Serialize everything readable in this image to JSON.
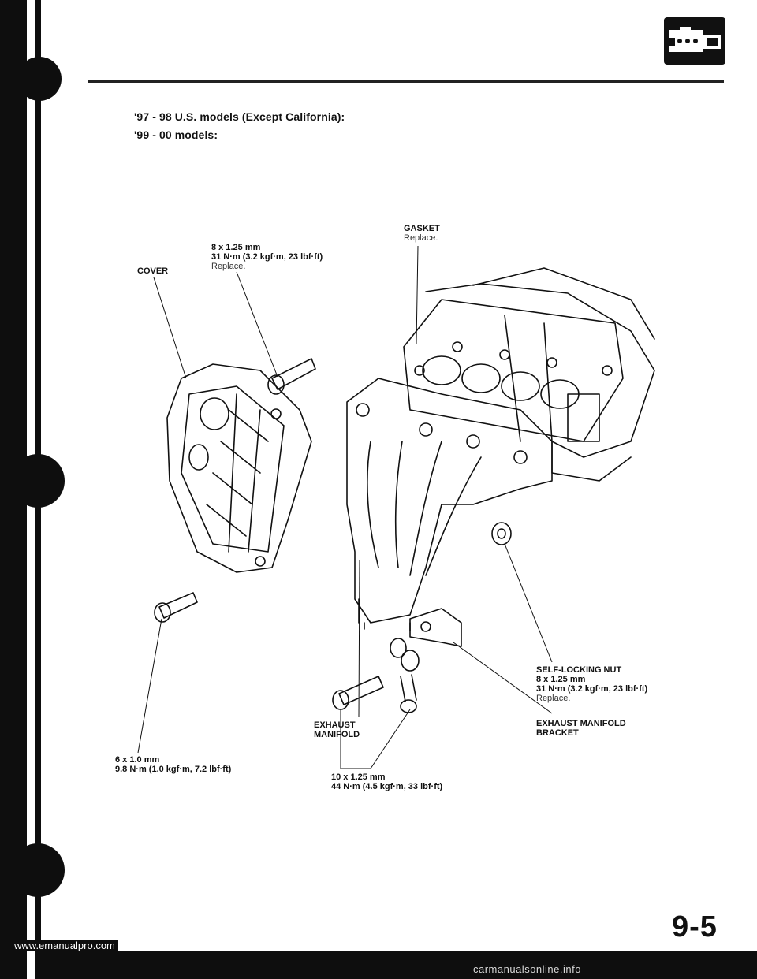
{
  "header": {
    "line1": "'97 - 98 U.S. models (Except California):",
    "line2": "'99 - 00 models:"
  },
  "labels": {
    "gasket": {
      "name": "GASKET",
      "note": "Replace."
    },
    "bolt_8x125": {
      "size": "8 x 1.25 mm",
      "torque": "31 N·m (3.2 kgf·m, 23 lbf·ft)",
      "note": "Replace."
    },
    "cover": {
      "name": "COVER"
    },
    "self_locking_nut": {
      "name": "SELF-LOCKING NUT",
      "size": "8 x 1.25 mm",
      "torque": "31 N·m (3.2 kgf·m, 23 lbf·ft)",
      "note": "Replace."
    },
    "exhaust_manifold": {
      "line1": "EXHAUST",
      "line2": "MANIFOLD"
    },
    "manifold_bracket": {
      "line1": "EXHAUST MANIFOLD",
      "line2": "BRACKET"
    },
    "bolt_6x10": {
      "size": "6 x 1.0 mm",
      "torque": "9.8 N·m (1.0 kgf·m, 7.2 lbf·ft)"
    },
    "bolt_10x125": {
      "size": "10 x 1.25 mm",
      "torque": "44 N·m (4.5 kgf·m, 33 lbf·ft)"
    }
  },
  "icons": {
    "section": "engine-icon"
  },
  "footer": {
    "page_number": "9-5",
    "url": "www.emanualpro.com",
    "watermark": "carmanualsonline.info"
  }
}
